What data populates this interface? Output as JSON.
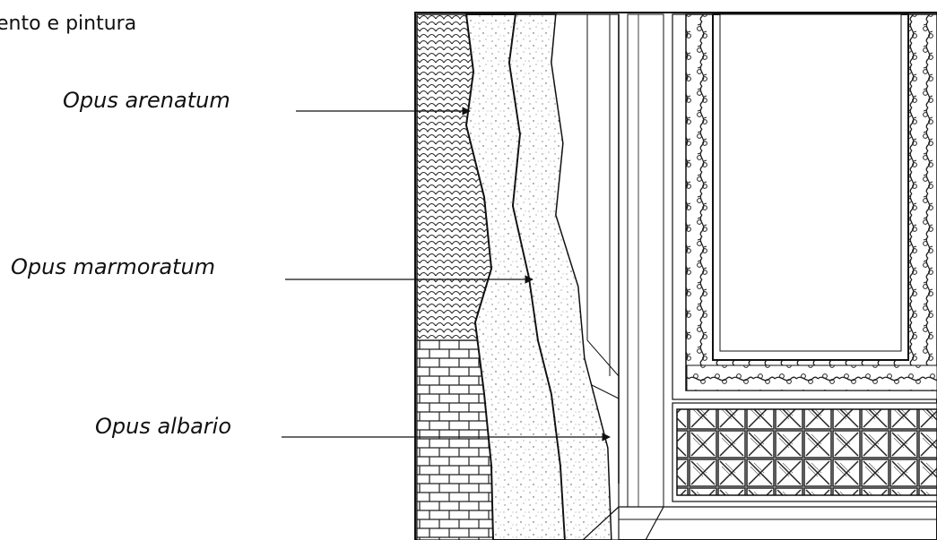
{
  "title": "ento e pintura",
  "labels": {
    "arenatum": "Opus arenatum",
    "marmoratum": "Opus marmoratum",
    "albario": "Opus albario"
  },
  "colors": {
    "ink": "#111111",
    "paper": "#ffffff",
    "stone": "#f4f2ee"
  }
}
